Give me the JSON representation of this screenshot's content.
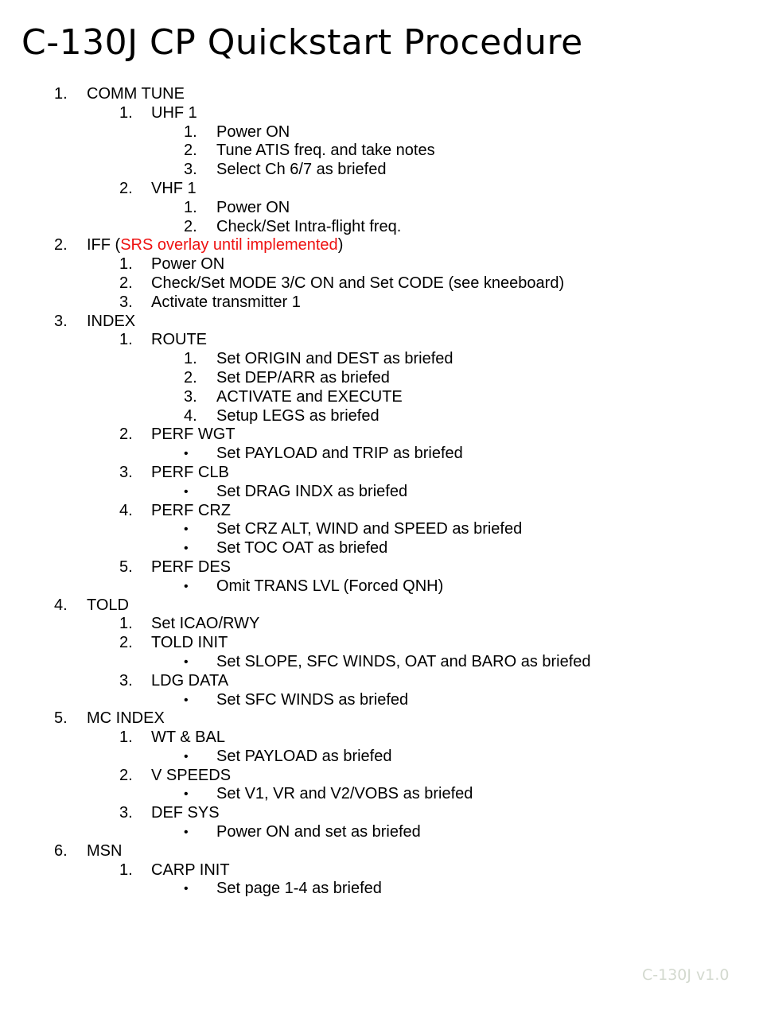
{
  "title": "C-130J CP Quickstart Procedure",
  "footer": "C-130J  v1.0",
  "colors": {
    "note": "#ee1111",
    "footer": "#d3d9cf"
  },
  "lines": [
    {
      "level": 1,
      "marker": "1.",
      "text": "COMM TUNE"
    },
    {
      "level": 2,
      "marker": "1.",
      "text": "UHF 1"
    },
    {
      "level": 3,
      "marker": "1.",
      "text": "Power ON"
    },
    {
      "level": 3,
      "marker": "2.",
      "text": "Tune ATIS freq. and take notes"
    },
    {
      "level": 3,
      "marker": "3.",
      "text": "Select Ch 6/7 as briefed"
    },
    {
      "level": 2,
      "marker": "2.",
      "text": "VHF 1"
    },
    {
      "level": 3,
      "marker": "1.",
      "text": "Power ON"
    },
    {
      "level": 3,
      "marker": "2.",
      "text": "Check/Set Intra-flight freq."
    },
    {
      "level": 1,
      "marker": "2.",
      "text": "IFF (",
      "note": "SRS overlay until implemented",
      "after": ")"
    },
    {
      "level": 2,
      "marker": "1.",
      "text": "Power ON"
    },
    {
      "level": 2,
      "marker": "2.",
      "text": "Check/Set MODE  3/C ON and Set CODE (see kneeboard)"
    },
    {
      "level": 2,
      "marker": "3.",
      "text": "Activate transmitter 1"
    },
    {
      "level": 1,
      "marker": "3.",
      "text": "INDEX"
    },
    {
      "level": 2,
      "marker": "1.",
      "text": "ROUTE"
    },
    {
      "level": 3,
      "marker": "1.",
      "text": "Set ORIGIN and DEST as briefed"
    },
    {
      "level": 3,
      "marker": "2.",
      "text": "Set DEP/ARR as briefed"
    },
    {
      "level": 3,
      "marker": "3.",
      "text": "ACTIVATE and EXECUTE"
    },
    {
      "level": 3,
      "marker": "4.",
      "text": "Setup LEGS as briefed"
    },
    {
      "level": 2,
      "marker": "2.",
      "text": "PERF WGT"
    },
    {
      "level": 3,
      "marker": "•",
      "text": "Set PAYLOAD and TRIP as briefed"
    },
    {
      "level": 2,
      "marker": "3.",
      "text": "PERF CLB"
    },
    {
      "level": 3,
      "marker": "•",
      "text": "Set DRAG INDX as briefed"
    },
    {
      "level": 2,
      "marker": "4.",
      "text": "PERF CRZ"
    },
    {
      "level": 3,
      "marker": "•",
      "text": "Set CRZ ALT, WIND and SPEED as briefed"
    },
    {
      "level": 3,
      "marker": "•",
      "text": "Set TOC OAT as briefed"
    },
    {
      "level": 2,
      "marker": "5.",
      "text": "PERF DES"
    },
    {
      "level": 3,
      "marker": "•",
      "text": "Omit TRANS LVL (Forced QNH)"
    },
    {
      "level": 1,
      "marker": "4.",
      "text": "TOLD"
    },
    {
      "level": 2,
      "marker": "1.",
      "text": "Set ICAO/RWY"
    },
    {
      "level": 2,
      "marker": "2.",
      "text": "TOLD INIT"
    },
    {
      "level": 3,
      "marker": "•",
      "text": "Set SLOPE, SFC WINDS, OAT and BARO as briefed"
    },
    {
      "level": 2,
      "marker": "3.",
      "text": "LDG DATA"
    },
    {
      "level": 3,
      "marker": "•",
      "text": "Set SFC WINDS as briefed"
    },
    {
      "level": 1,
      "marker": "5.",
      "text": "MC INDEX"
    },
    {
      "level": 2,
      "marker": "1.",
      "text": "WT & BAL"
    },
    {
      "level": 3,
      "marker": "•",
      "text": "Set PAYLOAD as briefed"
    },
    {
      "level": 2,
      "marker": "2.",
      "text": "V SPEEDS"
    },
    {
      "level": 3,
      "marker": "•",
      "text": "Set V1, VR and V2/VOBS as briefed"
    },
    {
      "level": 2,
      "marker": "3.",
      "text": "DEF SYS"
    },
    {
      "level": 3,
      "marker": "•",
      "text": "Power ON and set as briefed"
    },
    {
      "level": 1,
      "marker": "6.",
      "text": "MSN"
    },
    {
      "level": 2,
      "marker": "1.",
      "text": "CARP INIT"
    },
    {
      "level": 3,
      "marker": "•",
      "text": "Set page 1-4 as briefed"
    }
  ]
}
